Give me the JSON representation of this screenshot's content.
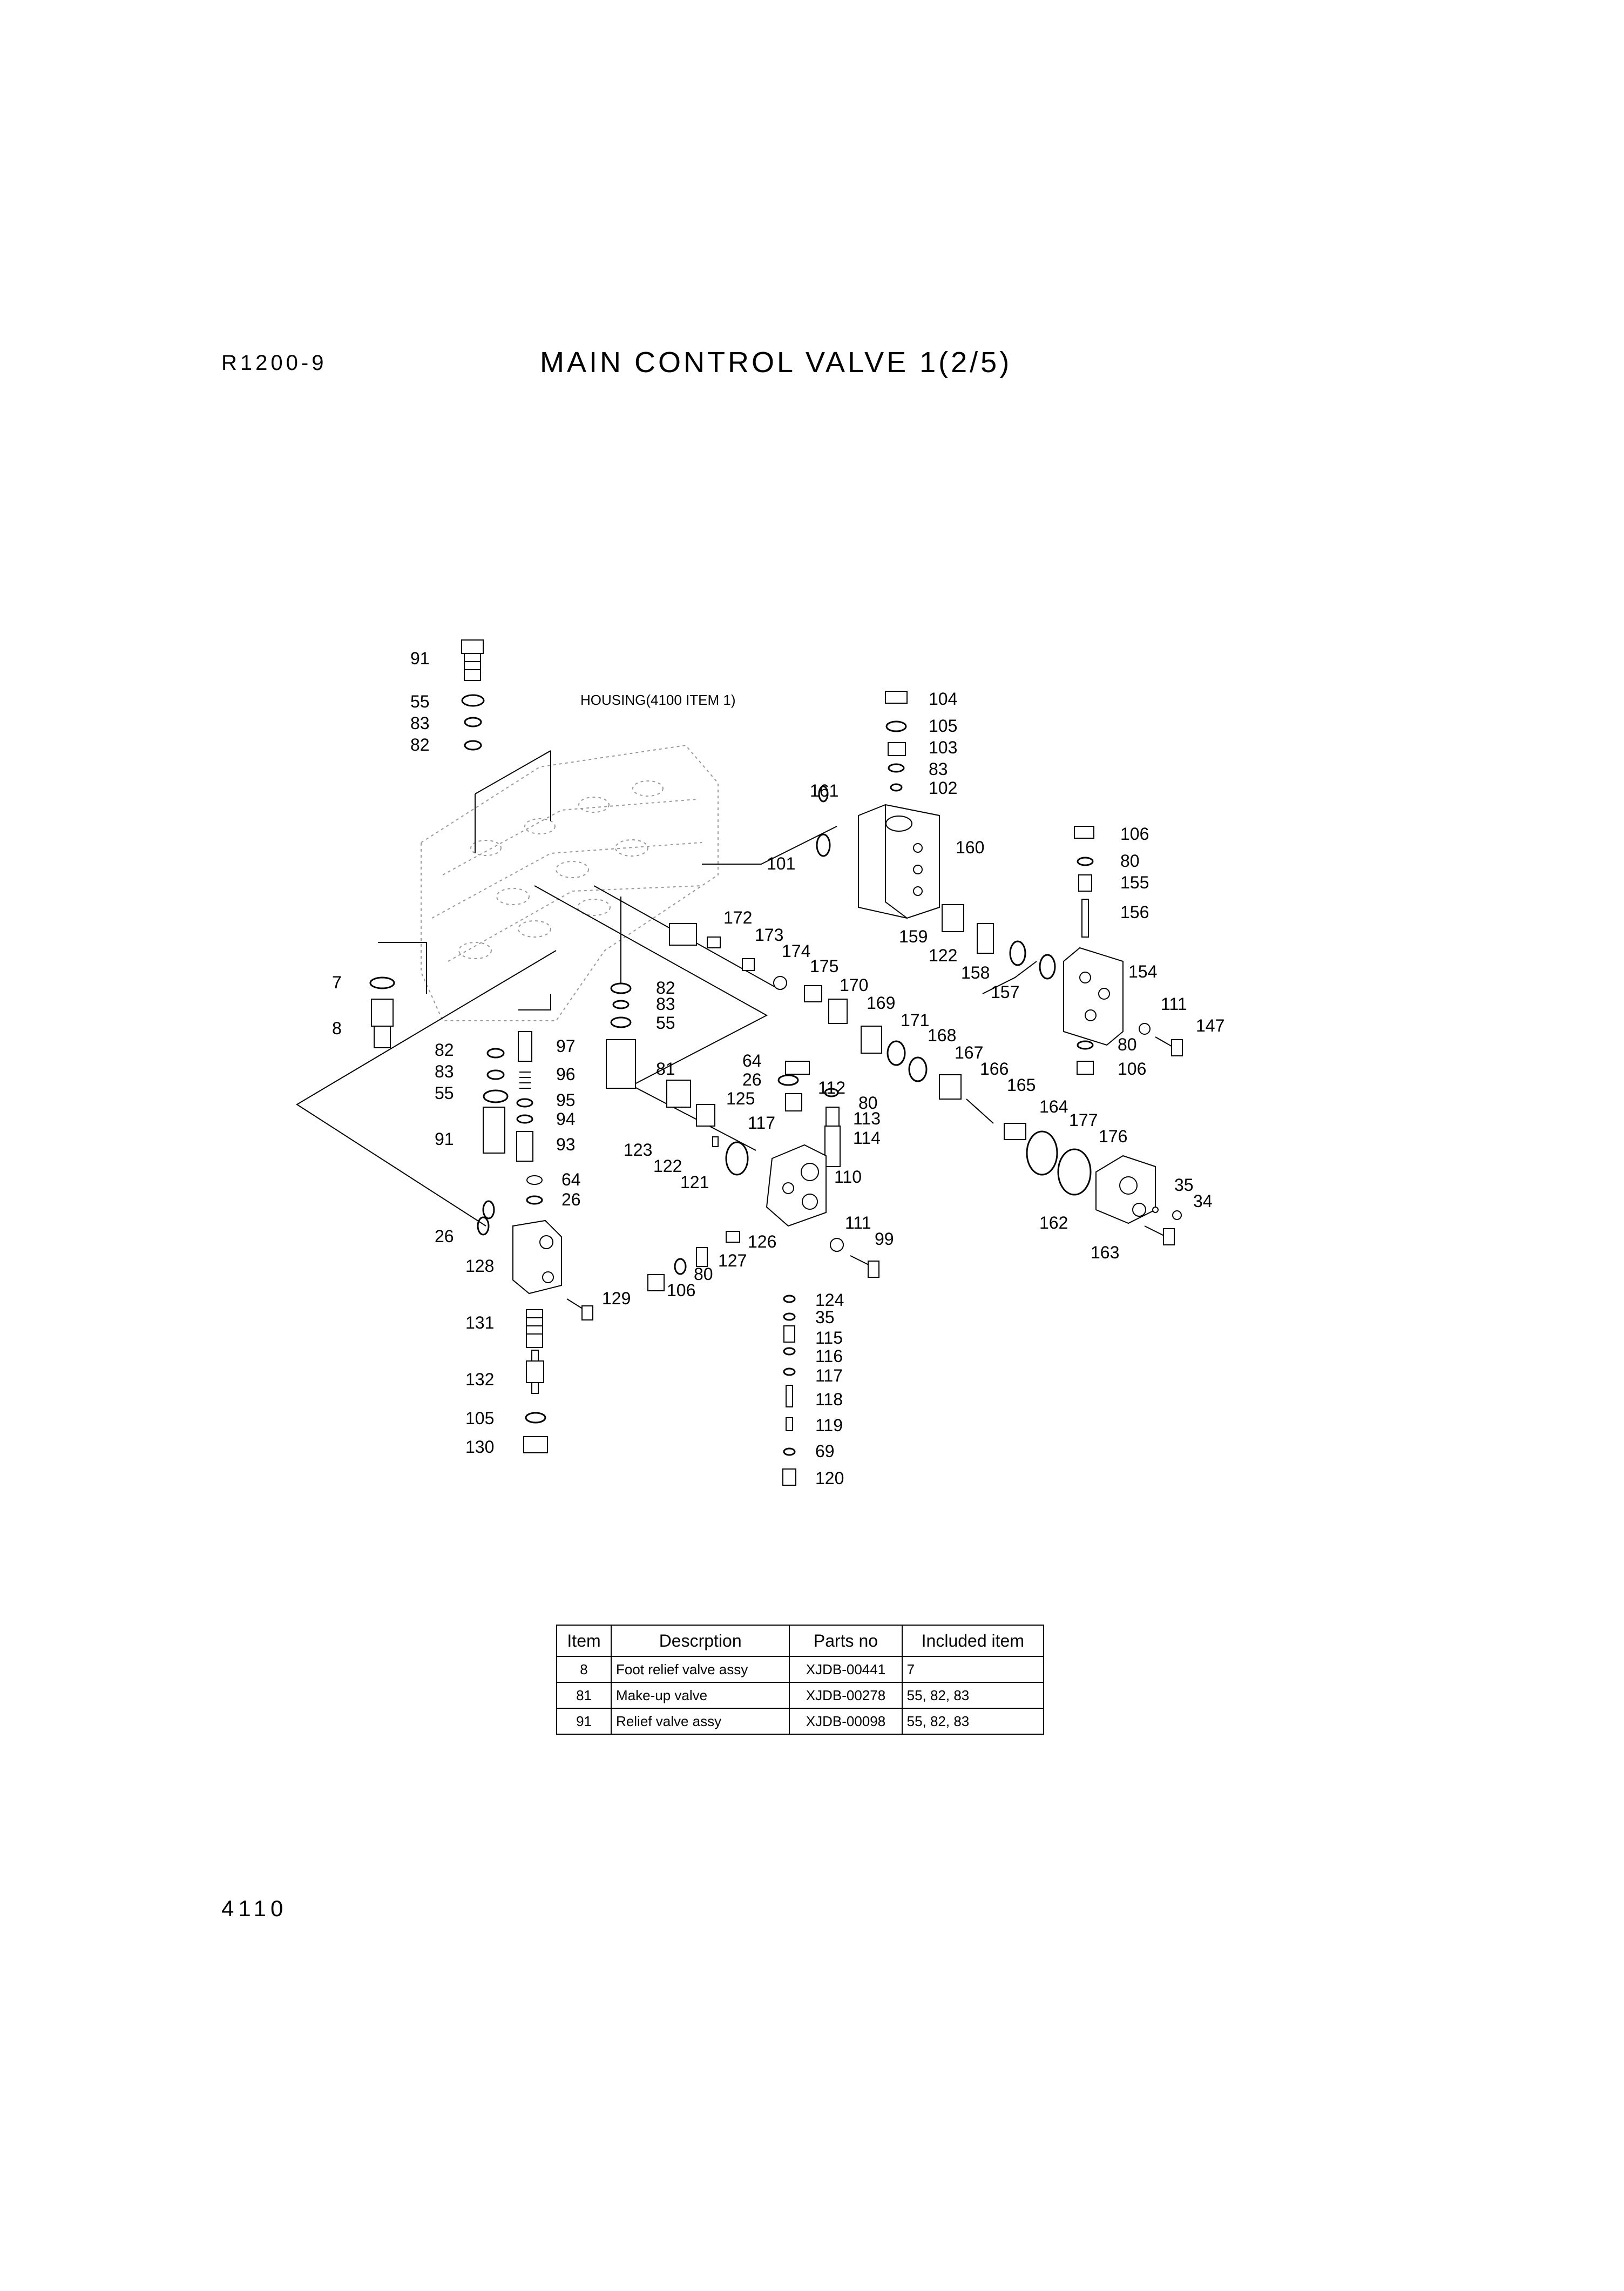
{
  "header": {
    "model": "R1200-9",
    "title": "MAIN CONTROL VALVE 1(2/5)"
  },
  "footer": {
    "page_number": "4110"
  },
  "diagram": {
    "housing_label": "HOUSING(4100 ITEM 1)",
    "callouts": [
      "91",
      "55",
      "83",
      "82",
      "7",
      "8",
      "82",
      "83",
      "55",
      "91",
      "97",
      "96",
      "95",
      "94",
      "93",
      "82",
      "83",
      "55",
      "81",
      "64",
      "26",
      "26",
      "128",
      "129",
      "131",
      "132",
      "105",
      "130",
      "172",
      "173",
      "174",
      "175",
      "170",
      "169",
      "171",
      "168",
      "167",
      "166",
      "165",
      "164",
      "64",
      "26",
      "112",
      "80",
      "125",
      "113",
      "117",
      "114",
      "123",
      "122",
      "121",
      "110",
      "111",
      "99",
      "126",
      "127",
      "80",
      "106",
      "124",
      "35",
      "115",
      "116",
      "117",
      "118",
      "119",
      "69",
      "120",
      "104",
      "105",
      "103",
      "83",
      "102",
      "161",
      "160",
      "101",
      "159",
      "122",
      "158",
      "157",
      "106",
      "80",
      "155",
      "156",
      "154",
      "111",
      "147",
      "80",
      "106",
      "177",
      "176",
      "162",
      "35",
      "34",
      "163"
    ]
  },
  "parts_table": {
    "headers": [
      "Item",
      "Descrption",
      "Parts no",
      "Included item"
    ],
    "rows": [
      [
        "8",
        "Foot relief valve assy",
        "XJDB-00441",
        "7"
      ],
      [
        "81",
        "Make-up valve",
        "XJDB-00278",
        "55, 82, 83"
      ],
      [
        "91",
        "Relief valve assy",
        "XJDB-00098",
        "55, 82, 83"
      ]
    ]
  }
}
